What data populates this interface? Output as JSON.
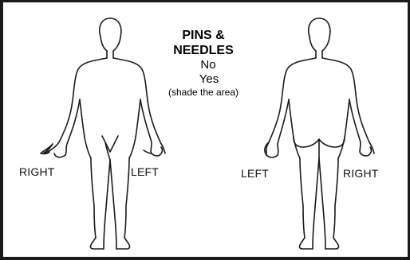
{
  "form": {
    "title_line1": "PINS &",
    "title_line2": "NEEDLES",
    "option_no": "No",
    "option_yes": "Yes",
    "note": "(shade the area)"
  },
  "front_view": {
    "label_left": "RIGHT",
    "label_right": "LEFT"
  },
  "back_view": {
    "label_left": "LEFT",
    "label_right": "RIGHT"
  },
  "colors": {
    "outline": "#1a1a1a",
    "background": "#ffffff"
  }
}
